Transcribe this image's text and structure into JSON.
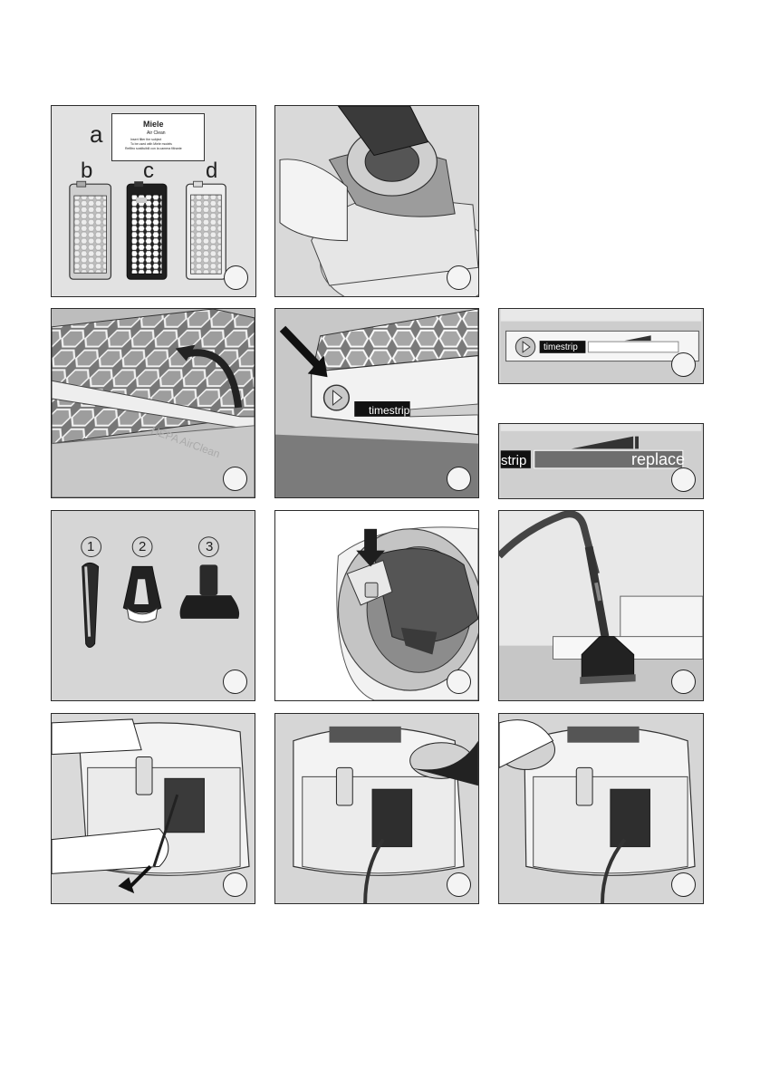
{
  "filters": {
    "a": "a",
    "b": "b",
    "c": "c",
    "d": "d",
    "card_brand": "Miele",
    "card_subtitle": "Air Clean",
    "card_lines": [
      "Insert filter the subject",
      "To be used with Miele models",
      "Refiltro sostituibili con la camera filtrante"
    ]
  },
  "indicator": {
    "brand": "timestrip",
    "brand_small": "timestrip",
    "replace_strip": "strip",
    "replace_label": "replace",
    "filter_mark": "HEPA AirClean"
  },
  "accessories": {
    "n1": "1",
    "n2": "2",
    "n3": "3"
  },
  "colors": {
    "panel_bg": "#dcdcdc",
    "line": "#2b2b2b",
    "dark": "#1e1e1e"
  }
}
